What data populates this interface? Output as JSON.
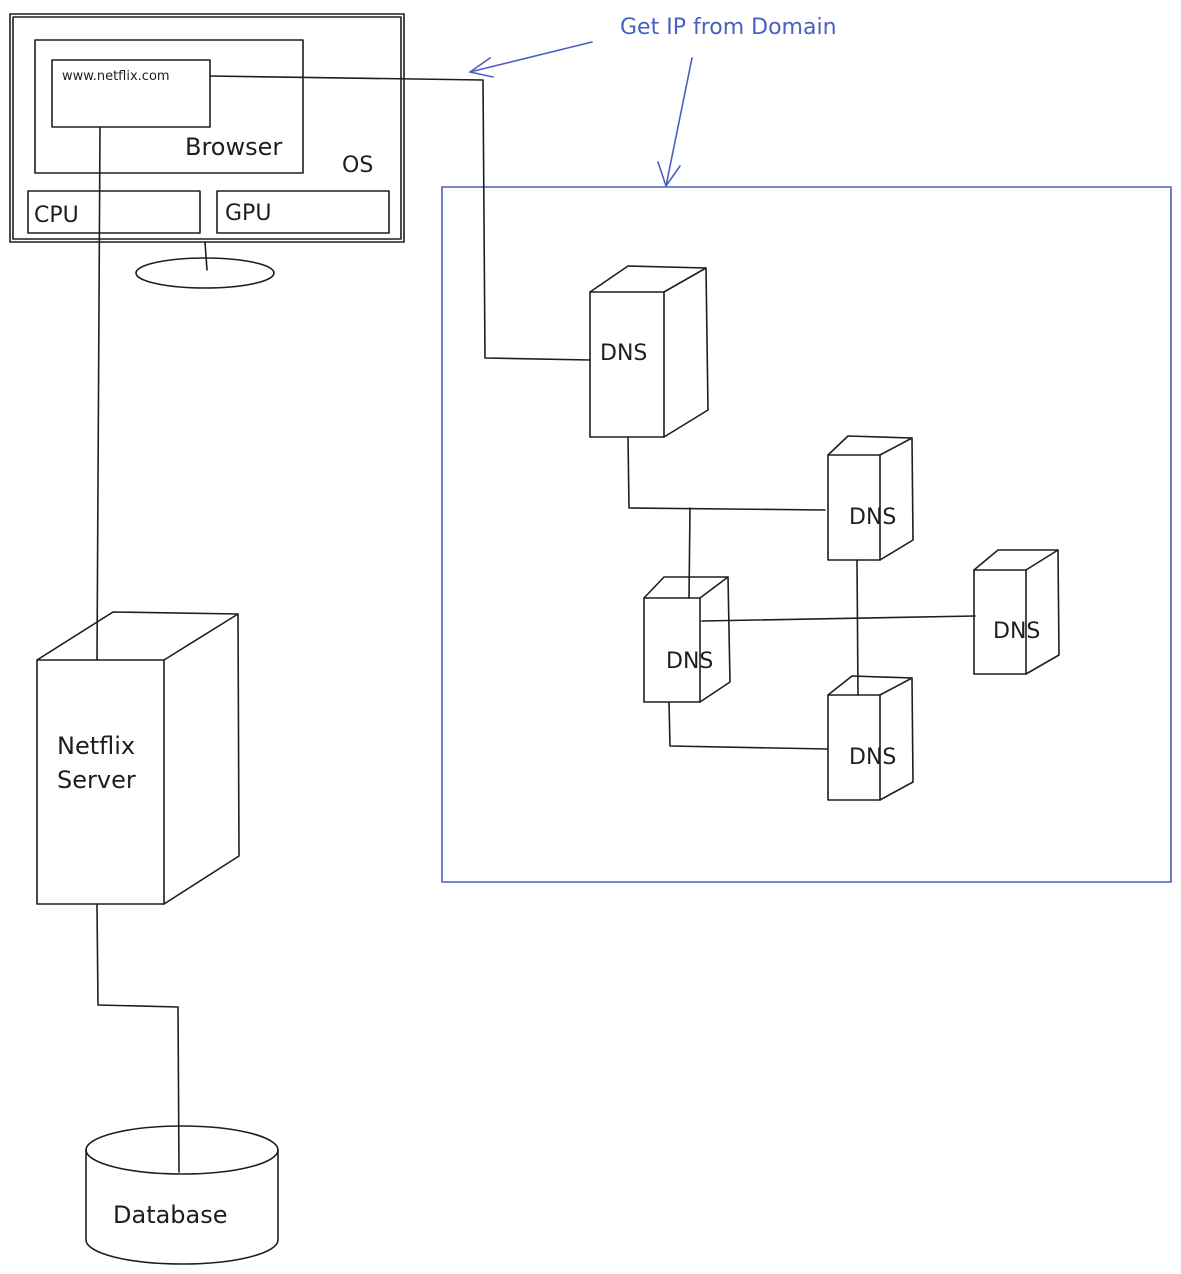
{
  "labels": {
    "url": "www.netflix.com",
    "browser": "Browser",
    "os": "OS",
    "cpu": "CPU",
    "gpu": "GPU",
    "server_line1": "Netflix",
    "server_line2": "Server",
    "database": "Database",
    "annotation": "Get IP from Domain",
    "dns": "DNS"
  },
  "colors": {
    "ink": "#1e1e1e",
    "annotation": "#4a5fc1",
    "background": "#ffffff"
  }
}
